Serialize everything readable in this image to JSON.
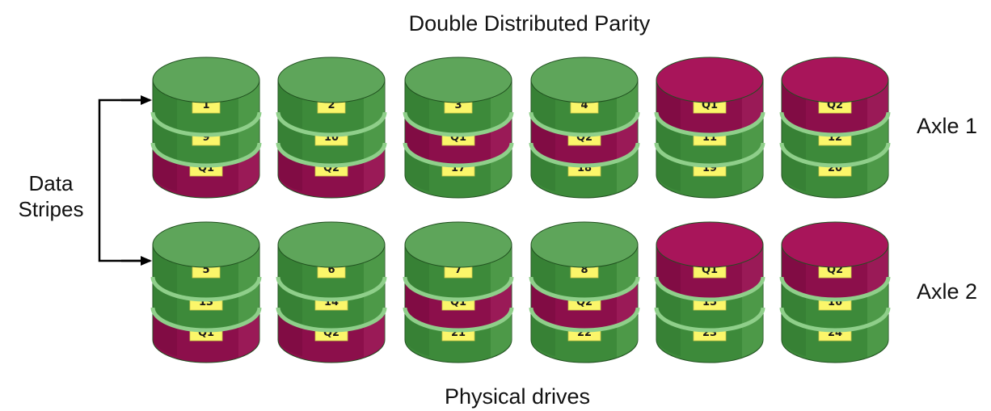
{
  "title": "Double Distributed Parity",
  "caption": "Physical drives",
  "side_label": {
    "line1": "Data",
    "line2": "Stripes"
  },
  "axles": [
    {
      "label": "Axle 1",
      "drives": [
        {
          "top": "data",
          "blocks": [
            {
              "label": "1",
              "kind": "data"
            },
            {
              "label": "9",
              "kind": "data"
            },
            {
              "label": "Q1",
              "kind": "parity"
            }
          ]
        },
        {
          "top": "data",
          "blocks": [
            {
              "label": "2",
              "kind": "data"
            },
            {
              "label": "10",
              "kind": "data"
            },
            {
              "label": "Q2",
              "kind": "parity"
            }
          ]
        },
        {
          "top": "data",
          "blocks": [
            {
              "label": "3",
              "kind": "data"
            },
            {
              "label": "Q1",
              "kind": "parity"
            },
            {
              "label": "17",
              "kind": "data"
            }
          ]
        },
        {
          "top": "data",
          "blocks": [
            {
              "label": "4",
              "kind": "data"
            },
            {
              "label": "Q2",
              "kind": "parity"
            },
            {
              "label": "18",
              "kind": "data"
            }
          ]
        },
        {
          "top": "parity",
          "blocks": [
            {
              "label": "Q1",
              "kind": "parity"
            },
            {
              "label": "11",
              "kind": "data"
            },
            {
              "label": "19",
              "kind": "data"
            }
          ]
        },
        {
          "top": "parity",
          "blocks": [
            {
              "label": "Q2",
              "kind": "parity"
            },
            {
              "label": "12",
              "kind": "data"
            },
            {
              "label": "20",
              "kind": "data"
            }
          ]
        }
      ]
    },
    {
      "label": "Axle 2",
      "drives": [
        {
          "top": "data",
          "blocks": [
            {
              "label": "5",
              "kind": "data"
            },
            {
              "label": "13",
              "kind": "data"
            },
            {
              "label": "Q1",
              "kind": "parity"
            }
          ]
        },
        {
          "top": "data",
          "blocks": [
            {
              "label": "6",
              "kind": "data"
            },
            {
              "label": "14",
              "kind": "data"
            },
            {
              "label": "Q2",
              "kind": "parity"
            }
          ]
        },
        {
          "top": "data",
          "blocks": [
            {
              "label": "7",
              "kind": "data"
            },
            {
              "label": "Q1",
              "kind": "parity"
            },
            {
              "label": "21",
              "kind": "data"
            }
          ]
        },
        {
          "top": "data",
          "blocks": [
            {
              "label": "8",
              "kind": "data"
            },
            {
              "label": "Q2",
              "kind": "parity"
            },
            {
              "label": "22",
              "kind": "data"
            }
          ]
        },
        {
          "top": "parity",
          "blocks": [
            {
              "label": "Q1",
              "kind": "parity"
            },
            {
              "label": "15",
              "kind": "data"
            },
            {
              "label": "23",
              "kind": "data"
            }
          ]
        },
        {
          "top": "parity",
          "blocks": [
            {
              "label": "Q2",
              "kind": "parity"
            },
            {
              "label": "16",
              "kind": "data"
            },
            {
              "label": "24",
              "kind": "data"
            }
          ]
        }
      ]
    }
  ],
  "colors": {
    "data_top": "#5ea55a",
    "data_side": "#3d8a3a",
    "data_side_light": "#66b060",
    "data_side_dark": "#2f6f2d",
    "parity_top": "#a8155a",
    "parity_side": "#8c0f4b",
    "parity_side_light": "#b02a6a",
    "parity_side_dark": "#6e0a3a",
    "label_box": "#fbf66a",
    "edge": "#1f4f1e",
    "separator": "#8fcf8a",
    "arrow": "#000000"
  }
}
